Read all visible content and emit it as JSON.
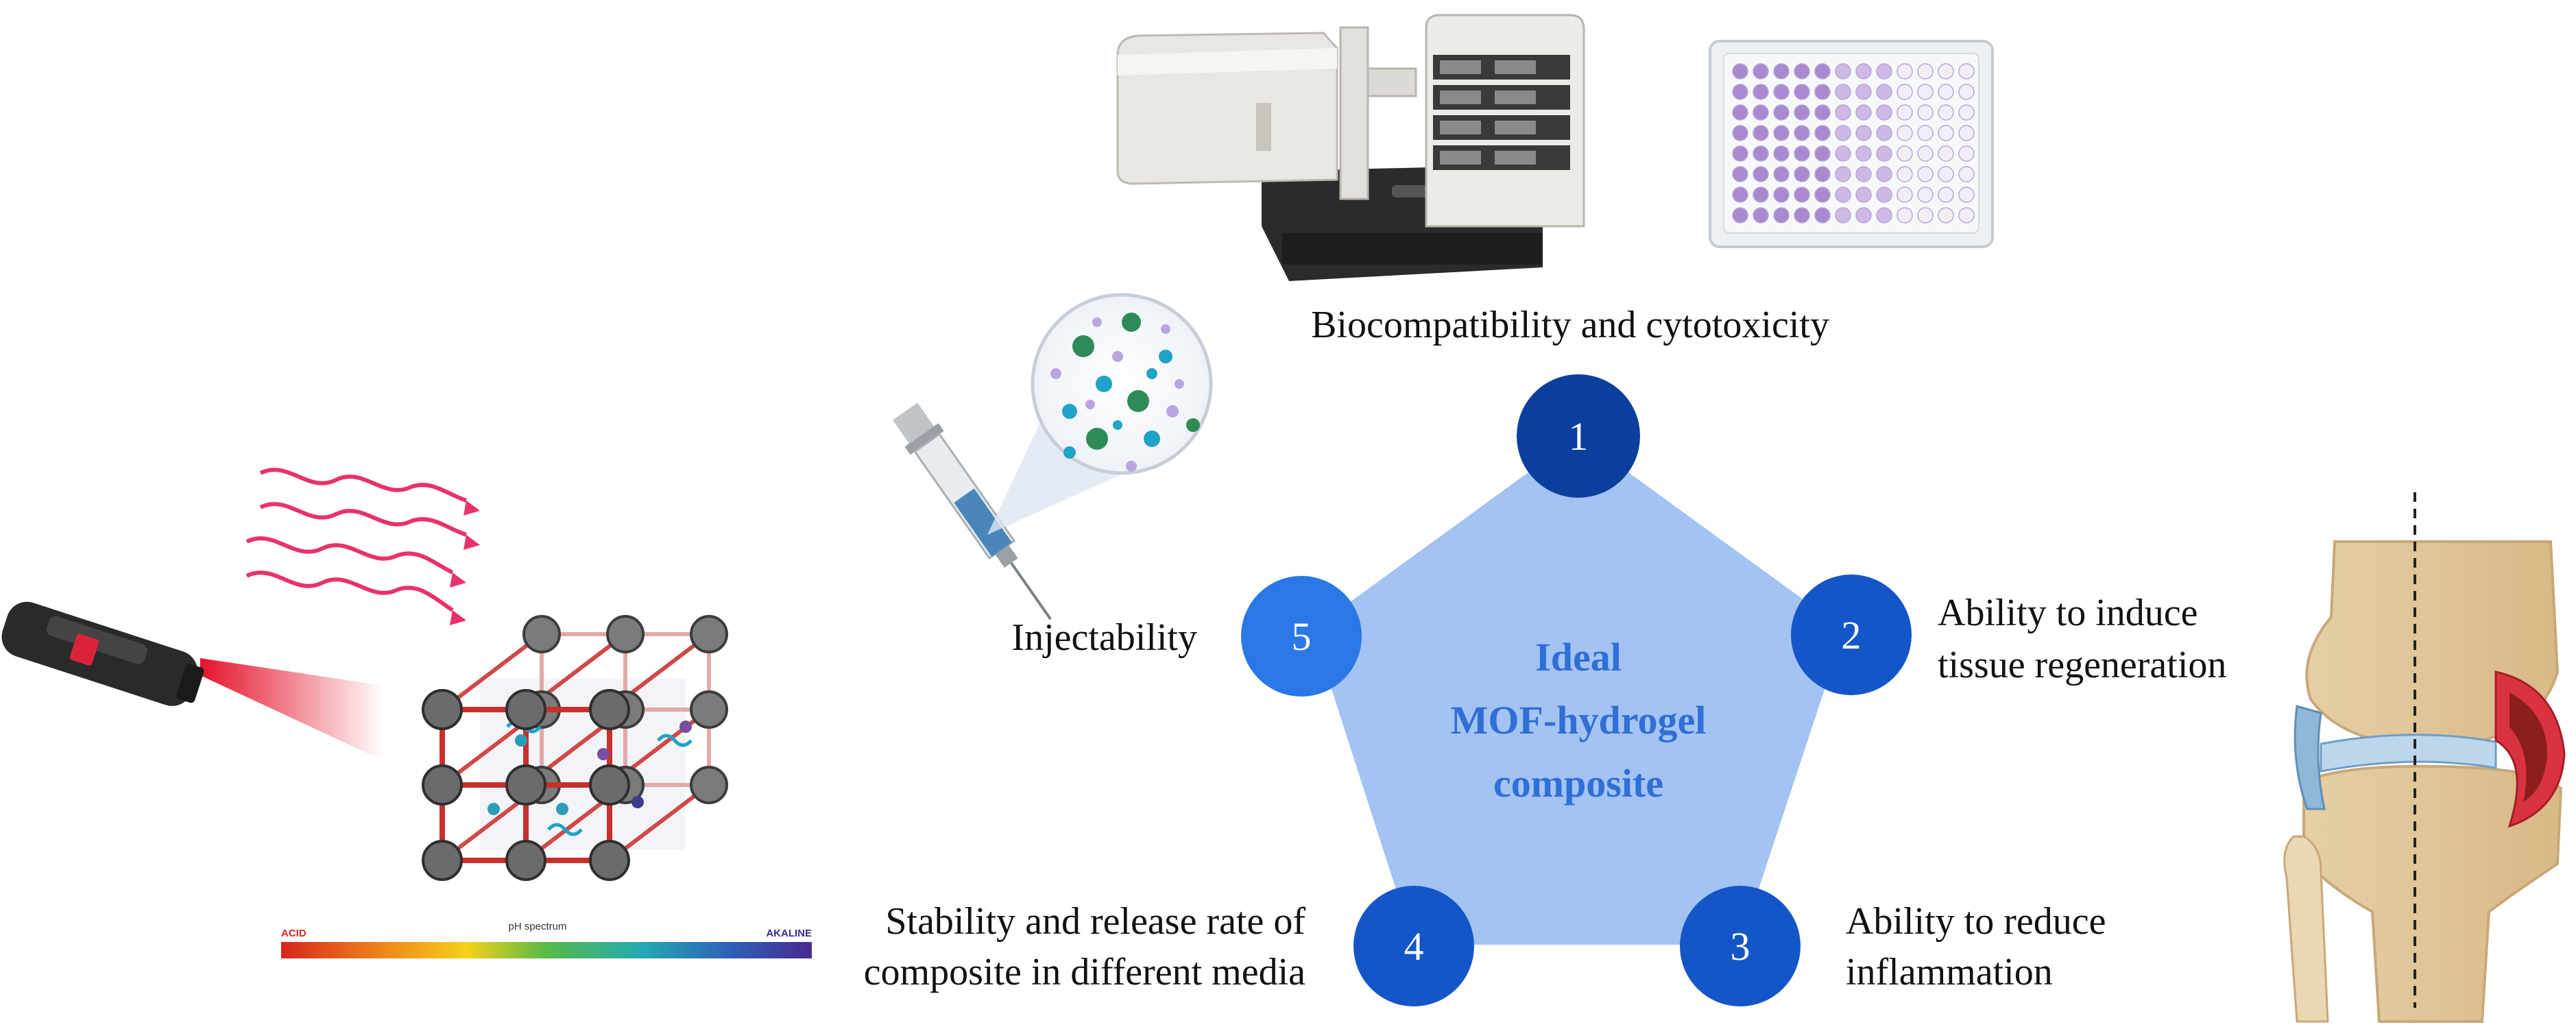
{
  "center": {
    "line1": "Ideal",
    "line2": "MOF-hydrogel",
    "line3": "composite"
  },
  "nodes": [
    {
      "number": "1",
      "label_lines": [
        "Biocompatibility and cytotoxicity"
      ]
    },
    {
      "number": "2",
      "label_lines": [
        "Ability to induce",
        "tissue regeneration"
      ]
    },
    {
      "number": "3",
      "label_lines": [
        "Ability to reduce",
        "inflammation"
      ]
    },
    {
      "number": "4",
      "label_lines": [
        "Stability and release rate of",
        "composite in different media"
      ]
    },
    {
      "number": "5",
      "label_lines": [
        "Injectability"
      ]
    }
  ],
  "ph_bar": {
    "title": "pH spectrum",
    "left_label": "ACID",
    "right_label": "AKALINE"
  },
  "colors": {
    "pentagon_fill": "#a3c3f3",
    "center_text": "#2f6fd6",
    "node_dark": "#0b3f9e",
    "node_mid": "#1456c8",
    "node_light": "#2a78e6",
    "laser_beam": "#e5122a",
    "wave": "#e8326a"
  },
  "icons": {
    "plate_reader": "lab-plate-reader-icon",
    "well_plate": "96-well-plate-icon",
    "syringe": "syringe-icon",
    "magnifier": "particle-magnifier-icon",
    "laser": "laser-pointer-icon",
    "mof_lattice": "mof-lattice-icon",
    "knee_joint": "knee-joint-icon"
  }
}
